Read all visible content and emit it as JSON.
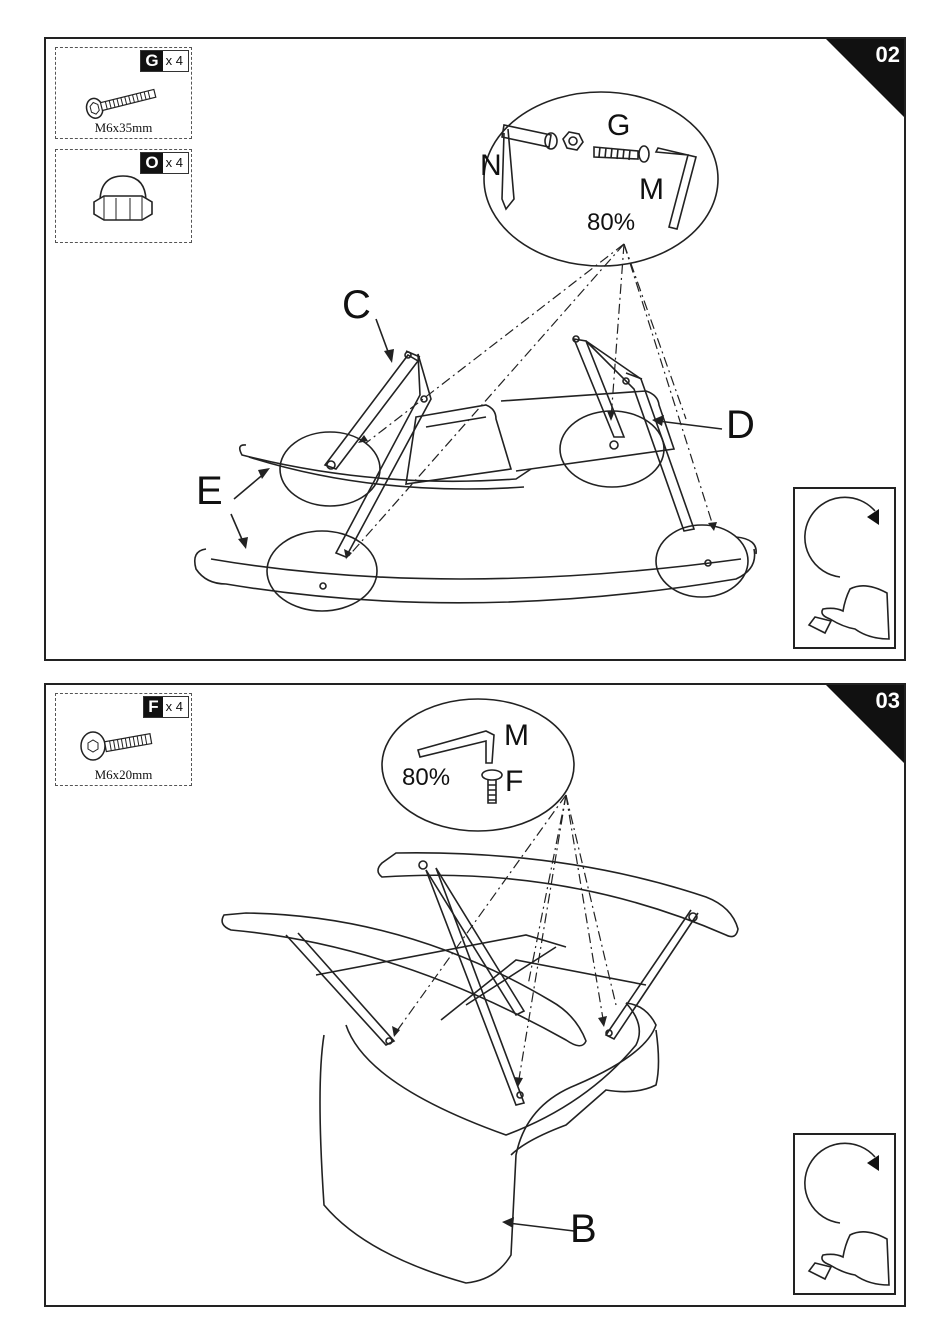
{
  "steps": [
    {
      "number": "02",
      "hardware": [
        {
          "letter": "G",
          "qty": "x 4",
          "size": "M6x35mm",
          "icon": "bolt-icon"
        },
        {
          "letter": "O",
          "qty": "x 4",
          "size": "",
          "icon": "cap-nut-icon"
        }
      ],
      "tools": {
        "n": "N",
        "g": "G",
        "m": "M",
        "percent": "80%"
      },
      "callouts": {
        "c": "C",
        "d": "D",
        "e": "E"
      },
      "rotate_icon": "rotate-clockwise-icon"
    },
    {
      "number": "03",
      "hardware": [
        {
          "letter": "F",
          "qty": "x 4",
          "size": "M6x20mm",
          "icon": "screw-icon"
        }
      ],
      "tools": {
        "m": "M",
        "f": "F",
        "percent": "80%"
      },
      "callouts": {
        "b": "B"
      },
      "rotate_icon": "rotate-clockwise-icon"
    }
  ]
}
